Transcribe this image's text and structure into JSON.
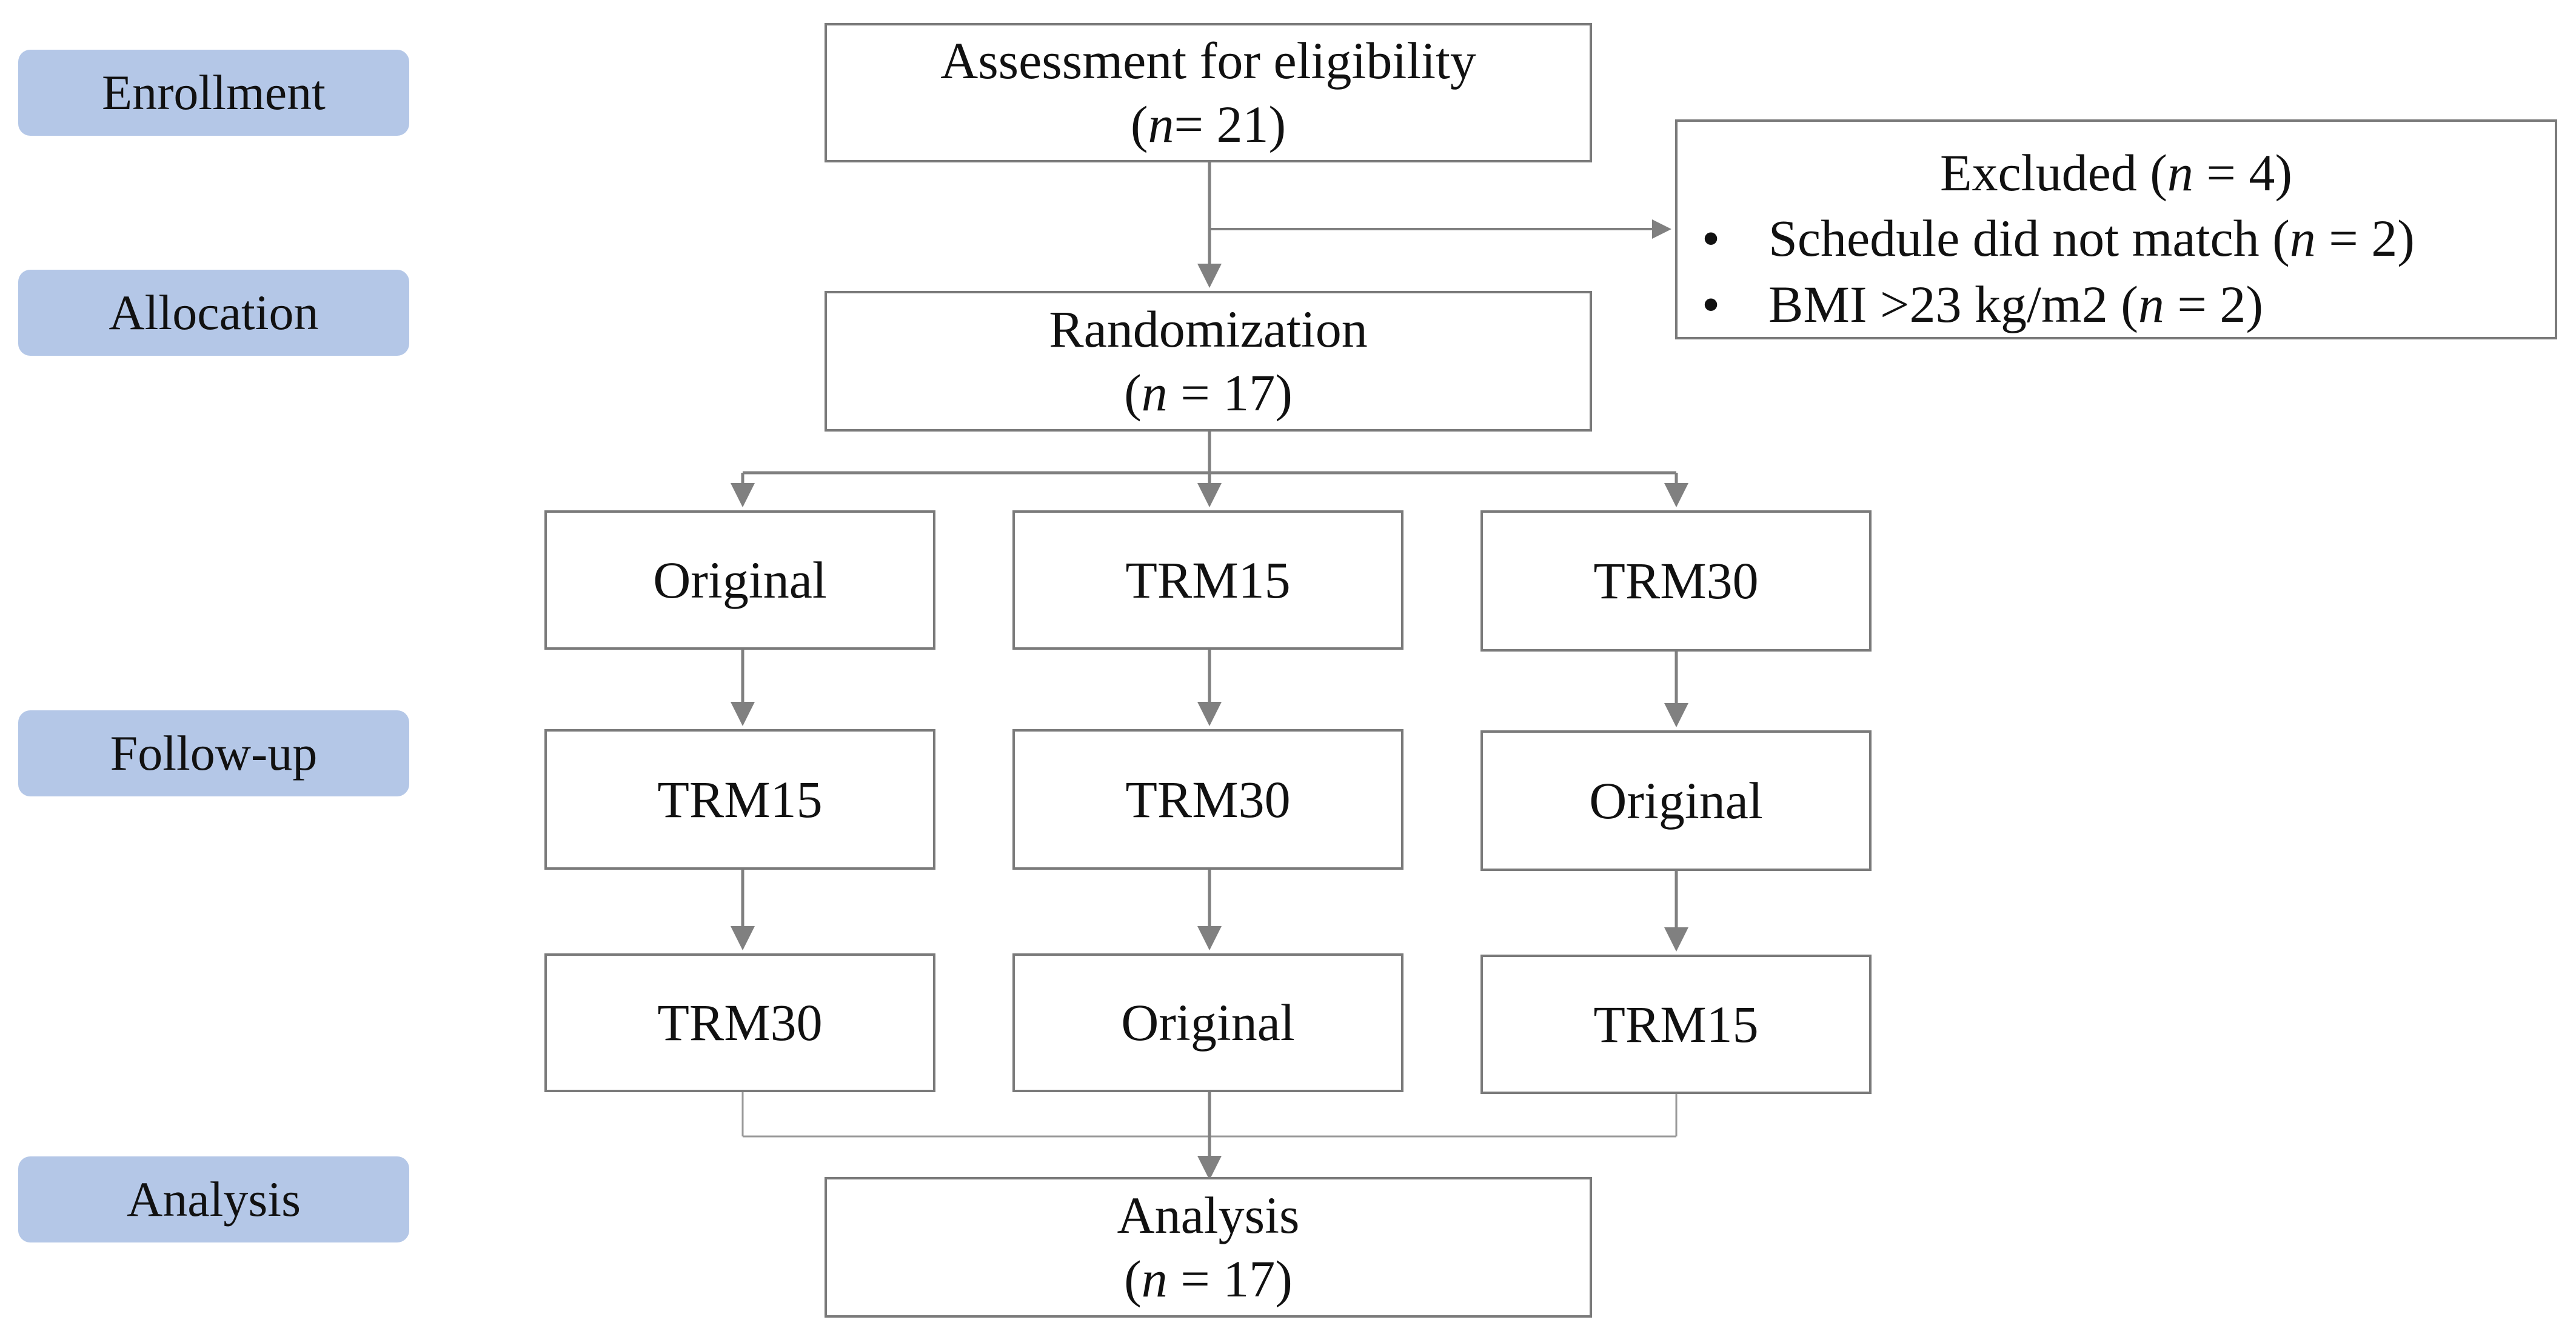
{
  "stages": {
    "enrollment": "Enrollment",
    "allocation": "Allocation",
    "follow_up": "Follow-up",
    "analysis": "Analysis"
  },
  "assessment": {
    "label": "Assessment for eligibility",
    "n_label": "n",
    "n_value": "=  21"
  },
  "excluded": {
    "title": "Excluded (",
    "n_label": "n",
    "n_value": " = 4)",
    "reasons": [
      {
        "prefix": "Schedule did not match (",
        "n_label": "n",
        "suffix": " = 2)"
      },
      {
        "prefix": "BMI >23 kg/m2 (",
        "n_label": "n",
        "suffix": " = 2)"
      }
    ]
  },
  "randomization": {
    "label": "Randomization",
    "n_label": "n",
    "n_value": " = 17"
  },
  "arms": [
    {
      "sequence": [
        "Original",
        "TRM15",
        "TRM30"
      ]
    },
    {
      "sequence": [
        "TRM15",
        "TRM30",
        "Original"
      ]
    },
    {
      "sequence": [
        "TRM30",
        "Original",
        "TRM15"
      ]
    }
  ],
  "analysis": {
    "label": "Analysis",
    "n_label": "n",
    "n_value": " = 17"
  },
  "colors": {
    "stage_fill": "#b4c7e7",
    "box_border": "#7a7a7a",
    "connector": "#808080"
  }
}
